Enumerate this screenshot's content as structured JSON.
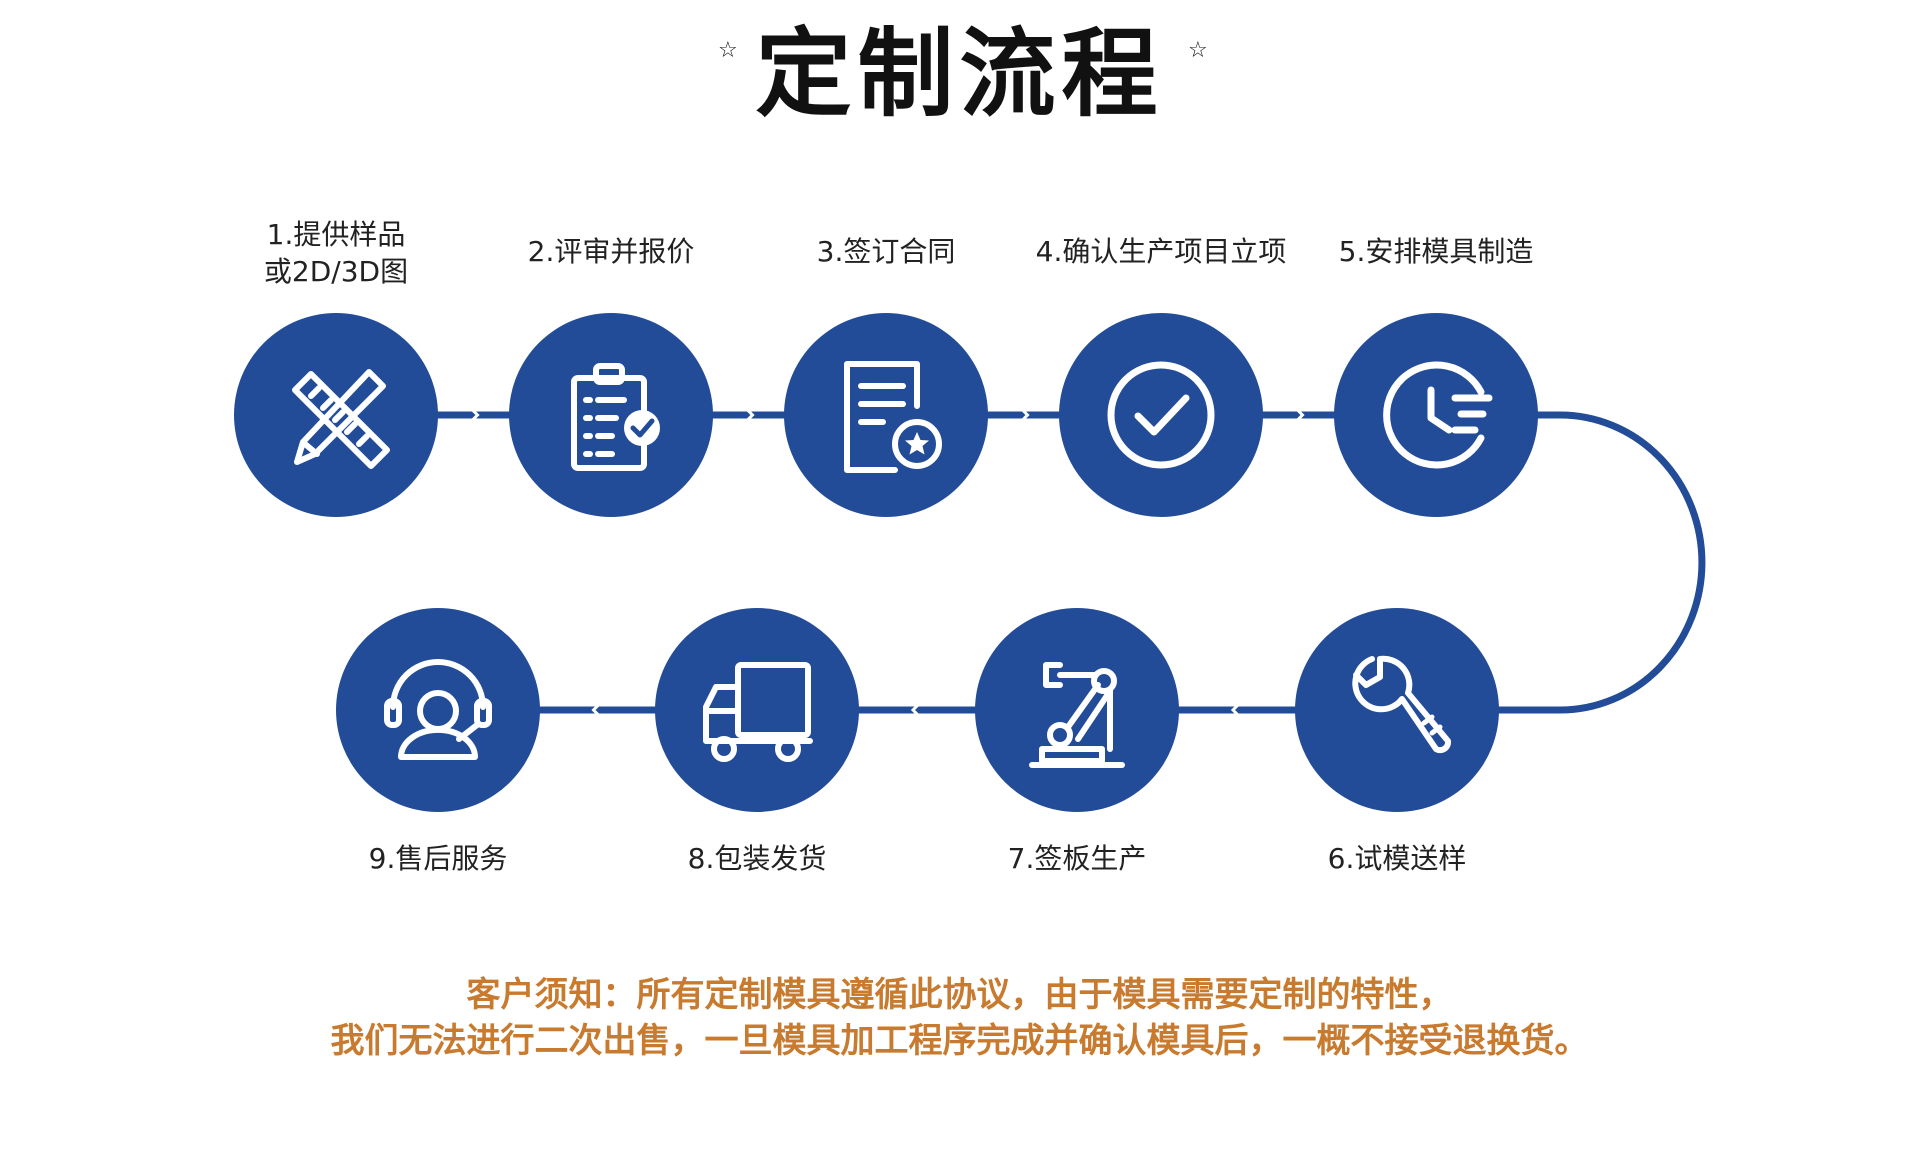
{
  "title": "定制流程",
  "star_glyph": "☆",
  "colors": {
    "circle": "#234c98",
    "line": "#234c98",
    "icon": "#ffffff",
    "notice": "#c87a2e",
    "title": "#111111"
  },
  "steps": [
    {
      "lines": [
        "1.提供样品",
        "或2D/3D图"
      ],
      "icon": "ruler-pencil-icon"
    },
    {
      "lines": [
        "2.评审并报价"
      ],
      "icon": "clipboard-check-icon"
    },
    {
      "lines": [
        "3.签订合同"
      ],
      "icon": "document-star-icon"
    },
    {
      "lines": [
        "4.确认生产项目立项"
      ],
      "icon": "checkmark-circle-icon"
    },
    {
      "lines": [
        "5.安排模具制造"
      ],
      "icon": "clock-fast-icon"
    },
    {
      "lines": [
        "6.试模送样"
      ],
      "icon": "wrench-icon"
    },
    {
      "lines": [
        "7.签板生产"
      ],
      "icon": "robot-arm-icon"
    },
    {
      "lines": [
        "8.包装发货"
      ],
      "icon": "delivery-truck-icon"
    },
    {
      "lines": [
        "9.售后服务"
      ],
      "icon": "customer-service-icon"
    }
  ],
  "notice": {
    "line1": "客户须知：所有定制模具遵循此协议，由于模具需要定制的特性，",
    "line2": "我们无法进行二次出售，一旦模具加工程序完成并确认模具后，一概不接受退换货。"
  }
}
